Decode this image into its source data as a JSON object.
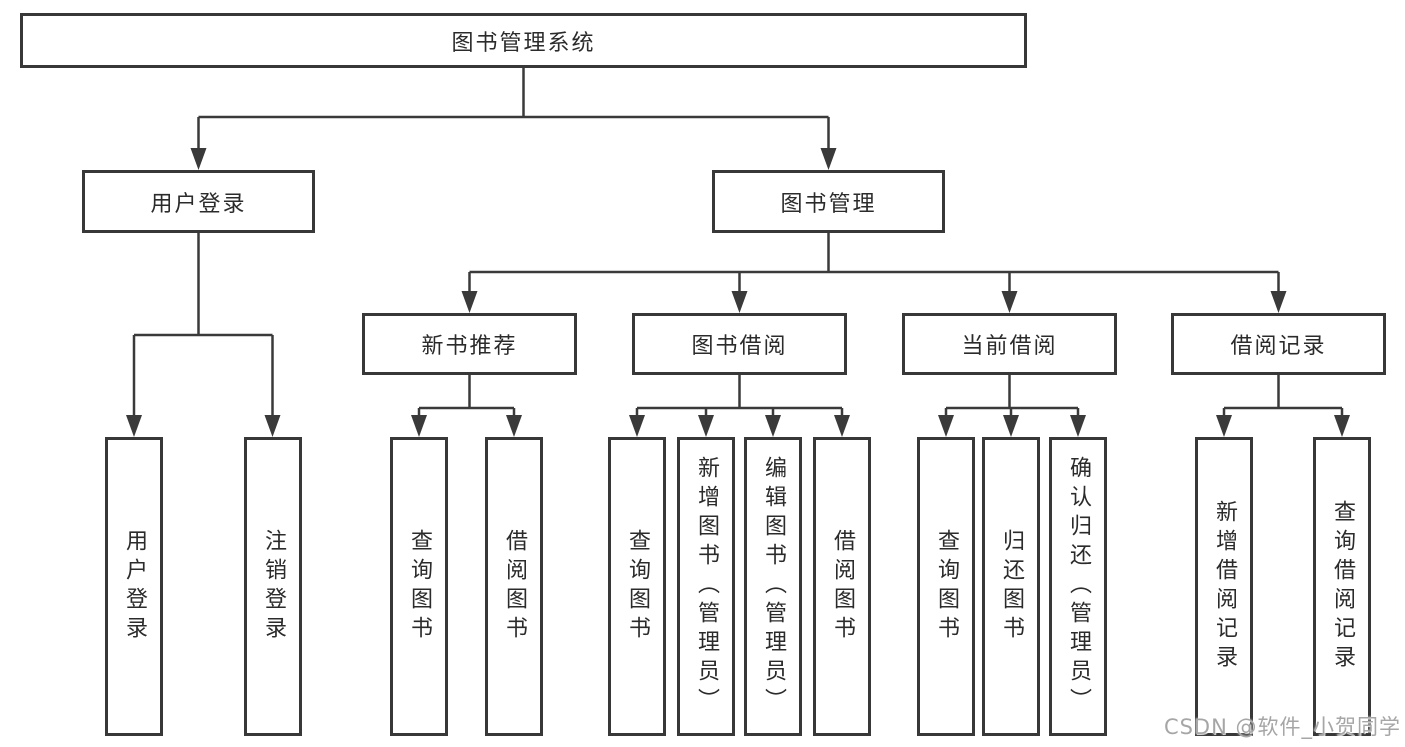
{
  "diagram": {
    "root": {
      "label": "图书管理系统"
    },
    "branches": [
      {
        "label": "用户登录",
        "children": [
          {
            "label": "用户登录"
          },
          {
            "label": "注销登录"
          }
        ]
      },
      {
        "label": "图书管理",
        "children": [
          {
            "label": "新书推荐",
            "children": [
              {
                "label": "查询图书"
              },
              {
                "label": "借阅图书"
              }
            ]
          },
          {
            "label": "图书借阅",
            "children": [
              {
                "label": "查询图书"
              },
              {
                "label": "新增图书（管理员）"
              },
              {
                "label": "编辑图书（管理员）"
              },
              {
                "label": "借阅图书"
              }
            ]
          },
          {
            "label": "当前借阅",
            "children": [
              {
                "label": "查询图书"
              },
              {
                "label": "归还图书"
              },
              {
                "label": "确认归还（管理员）"
              }
            ]
          },
          {
            "label": "借阅记录",
            "children": [
              {
                "label": "新增借阅记录"
              },
              {
                "label": "查询借阅记录"
              }
            ]
          }
        ]
      }
    ]
  },
  "watermark": {
    "text": "CSDN @软件_小贺同学"
  },
  "colors": {
    "background": "#ffffff",
    "box_fill": "#ffffff",
    "box_border": "#383838",
    "connector_line": "#3a3a3a",
    "text": "#2b2b2b",
    "watermark_text": "#a6a6a6"
  }
}
